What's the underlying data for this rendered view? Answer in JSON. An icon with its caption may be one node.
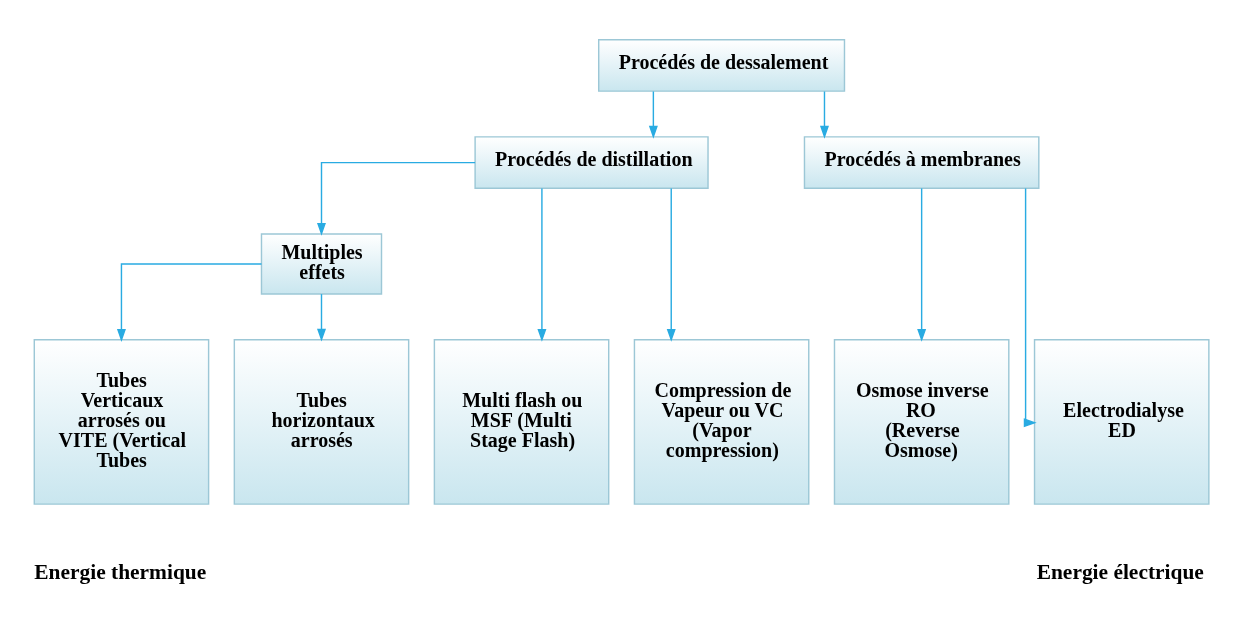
{
  "diagram": {
    "nodes": [
      {
        "text": [
          "Procédés de dessalement"
        ]
      },
      {
        "text": [
          "Procédés de distillation"
        ]
      },
      {
        "text": [
          "Procédés à membranes"
        ]
      },
      {
        "text": [
          "Multiples effets"
        ]
      },
      {
        "text": [
          "Multi flash ou MSF (Multi Stage Flash)"
        ]
      },
      {
        "text": [
          "Tubes Verticaux arrosés ou VITE (Vertical Tubes"
        ]
      },
      {
        "text": [
          "Tubes horizontaux arrosés"
        ]
      },
      {
        "text": [
          "Compression de Vapeur ou VC (Vapor compression)"
        ]
      },
      {
        "text": [
          "Osmose inverse RO",
          "(Reverse Osmose)"
        ]
      },
      {
        "text": [
          "Electrodialyse",
          "ED"
        ]
      }
    ],
    "edges": [
      {
        "from": 0,
        "to": 1,
        "arrow": "to"
      },
      {
        "from": 0,
        "to": 2,
        "arrow": "to"
      },
      {
        "from": 1,
        "to": 4,
        "arrow": "to"
      },
      {
        "from": 1,
        "to": 3,
        "arrow": "to"
      },
      {
        "from": 1,
        "to": 7,
        "arrow": "to"
      },
      {
        "from": 3,
        "to": 5,
        "arrow": "to"
      },
      {
        "from": 3,
        "to": 6,
        "arrow": "to"
      },
      {
        "from": 2,
        "to": 8,
        "arrow": "to"
      },
      {
        "from": 2,
        "to": 9,
        "arrow": "to"
      }
    ],
    "labels": [
      "Energie thermique",
      "Energie électrique"
    ]
  }
}
